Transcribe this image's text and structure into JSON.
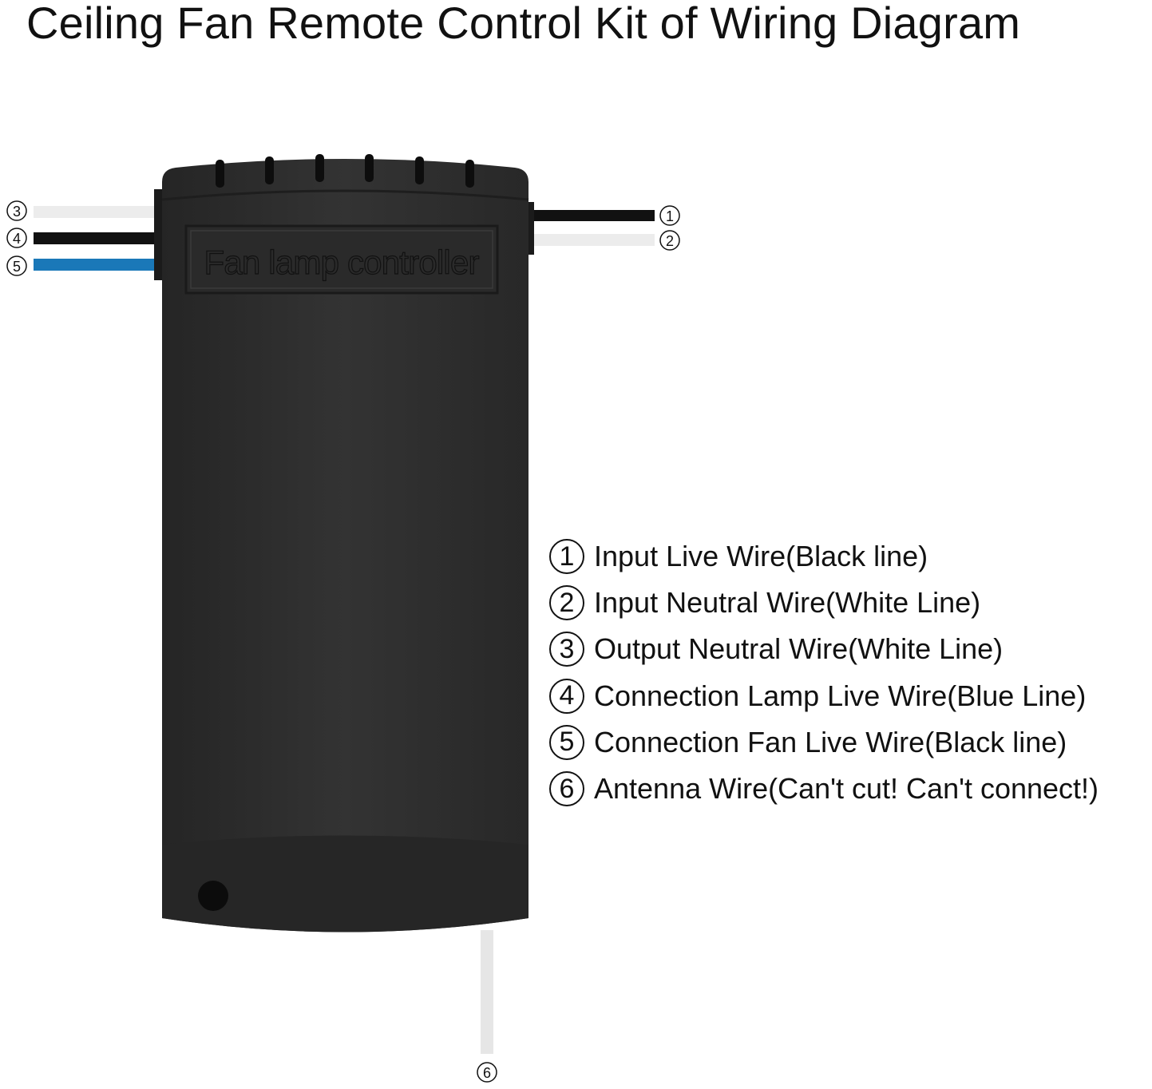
{
  "title": "Ceiling Fan Remote Control Kit of Wiring Diagram",
  "device_label": "Fan lamp controller",
  "wire_markers": {
    "w1": "1",
    "w2": "2",
    "w3": "3",
    "w4": "4",
    "w5": "5",
    "w6": "6"
  },
  "colors": {
    "black_wire": "#111111",
    "white_wire": "#eeeeee",
    "blue_wire": "#1a78b8",
    "body": "#2e2e2e"
  },
  "legend": [
    {
      "num": "1",
      "text": "Input Live Wire(Black line)"
    },
    {
      "num": "2",
      "text": "Input Neutral Wire(White Line)"
    },
    {
      "num": "3",
      "text": "Output Neutral Wire(White Line)"
    },
    {
      "num": "4",
      "text": "Connection Lamp Live Wire(Blue Line)"
    },
    {
      "num": "5",
      "text": "Connection Fan Live Wire(Black line)"
    },
    {
      "num": "6",
      "text": "Antenna Wire(Can't cut! Can't connect!)"
    }
  ]
}
